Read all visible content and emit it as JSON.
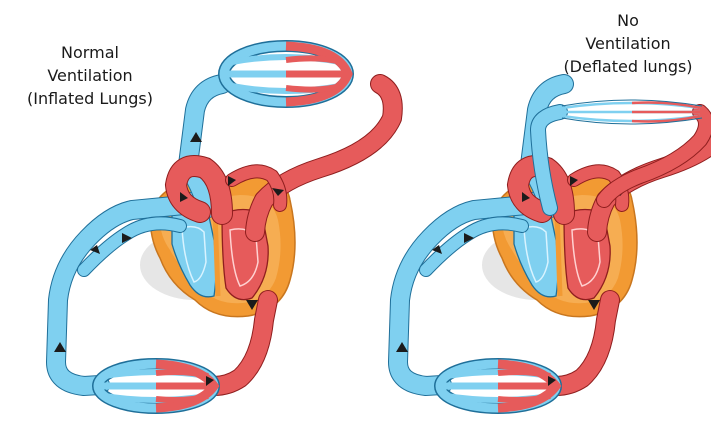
{
  "diagrams": [
    {
      "id": "normal",
      "label_lines": [
        "Normal",
        "Ventilation",
        "(Inflated Lungs)"
      ]
    },
    {
      "id": "no-ventilation",
      "label_lines": [
        "No",
        "Ventilation",
        "(Deflated lungs)"
      ]
    }
  ],
  "colors": {
    "deoxygenated": "#7fd0f0",
    "oxygenated": "#e65b5b",
    "heart_wall": "#f29a33",
    "heart_shadow": "#d9d9d9",
    "text": "#1a1a1a"
  }
}
